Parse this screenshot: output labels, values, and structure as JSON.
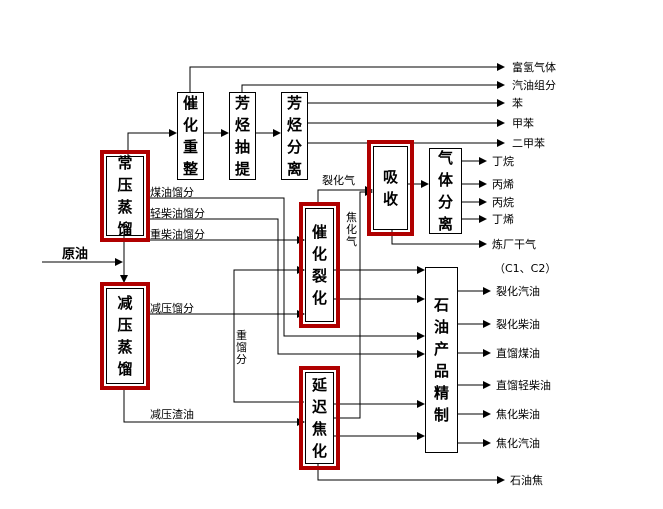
{
  "units": {
    "atm": "常压蒸馏",
    "vac": "减压蒸馏",
    "reform": "催化重整",
    "extract": "芳烃抽提",
    "arosep": "芳烃分离",
    "fcc": "催化裂化",
    "coker": "延迟焦化",
    "absorb": "吸收",
    "gassep": "气体分离",
    "refine": "石油产品精制"
  },
  "labels": {
    "crude": "原油",
    "kerosene_frac": "煤油馏分",
    "light_diesel_frac": "轻柴油馏分",
    "heavy_diesel_frac": "重柴油馏分",
    "vac_frac": "减压馏分",
    "vac_residue": "减压渣油",
    "heavy_frac": "重馏分",
    "crack_gas": "裂化气",
    "coker_gas": "焦化气"
  },
  "products": {
    "h2_gas": "富氢气体",
    "gasoline_comp": "汽油组分",
    "benzene": "苯",
    "toluene": "甲苯",
    "xylene": "二甲苯",
    "butane": "丁烷",
    "propylene": "丙烯",
    "propane": "丙烷",
    "butylene": "丁烯",
    "dry_gas": "炼厂干气",
    "dry_gas_note": "（C1、C2）",
    "cracked_gasoline": "裂化汽油",
    "cracked_diesel": "裂化柴油",
    "sr_kerosene": "直馏煤油",
    "sr_light_diesel": "直馏轻柴油",
    "coker_diesel": "焦化柴油",
    "coker_gasoline": "焦化汽油",
    "pet_coke": "石油焦"
  }
}
